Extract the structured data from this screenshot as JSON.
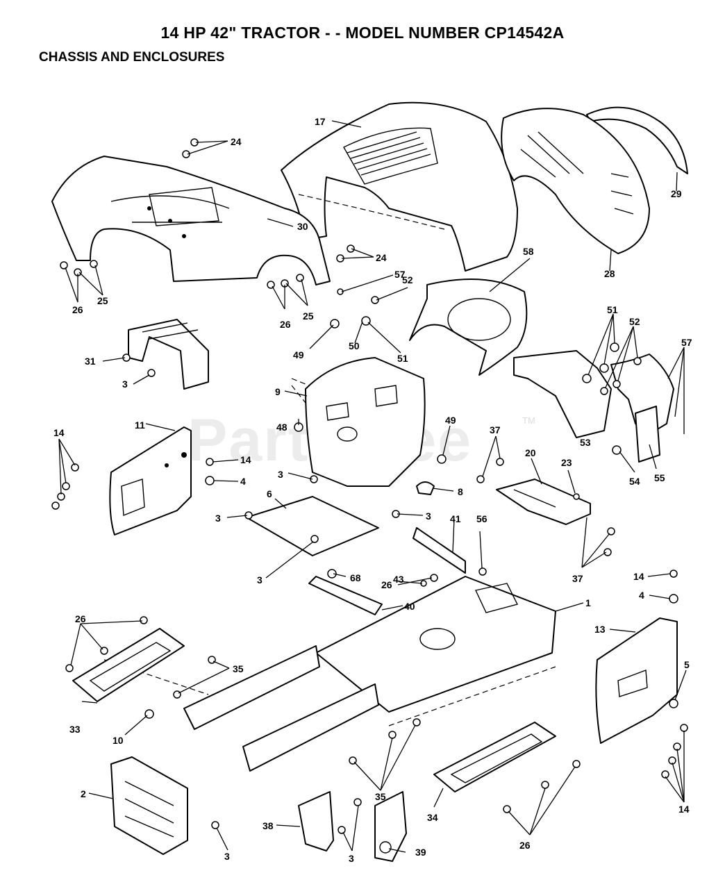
{
  "header": {
    "title": "14 HP 42\" TRACTOR - - MODEL NUMBER CP14542A",
    "subtitle": "CHASSIS AND ENCLOSURES"
  },
  "watermark": {
    "text": "PartsTree",
    "tm": "TM"
  },
  "callouts": [
    {
      "id": "c17",
      "label": "17"
    },
    {
      "id": "c24a",
      "label": "24"
    },
    {
      "id": "c24b",
      "label": "24"
    },
    {
      "id": "c29",
      "label": "29"
    },
    {
      "id": "c30",
      "label": "30"
    },
    {
      "id": "c28",
      "label": "28"
    },
    {
      "id": "c58",
      "label": "58"
    },
    {
      "id": "c57a",
      "label": "57"
    },
    {
      "id": "c52a",
      "label": "52"
    },
    {
      "id": "c26a",
      "label": "26"
    },
    {
      "id": "c25a",
      "label": "25"
    },
    {
      "id": "c26b",
      "label": "26"
    },
    {
      "id": "c25b",
      "label": "25"
    },
    {
      "id": "c49a",
      "label": "49"
    },
    {
      "id": "c50",
      "label": "50"
    },
    {
      "id": "c51a",
      "label": "51"
    },
    {
      "id": "c51b",
      "label": "51"
    },
    {
      "id": "c52b",
      "label": "52"
    },
    {
      "id": "c57b",
      "label": "57"
    },
    {
      "id": "c31",
      "label": "31"
    },
    {
      "id": "c3a",
      "label": "3"
    },
    {
      "id": "c9",
      "label": "9"
    },
    {
      "id": "c53",
      "label": "53"
    },
    {
      "id": "c11",
      "label": "11"
    },
    {
      "id": "c48",
      "label": "48"
    },
    {
      "id": "c49b",
      "label": "49"
    },
    {
      "id": "c14a",
      "label": "14"
    },
    {
      "id": "c14b",
      "label": "14"
    },
    {
      "id": "c4a",
      "label": "4"
    },
    {
      "id": "c37a",
      "label": "37"
    },
    {
      "id": "c20",
      "label": "20"
    },
    {
      "id": "c23",
      "label": "23"
    },
    {
      "id": "c54",
      "label": "54"
    },
    {
      "id": "c55",
      "label": "55"
    },
    {
      "id": "c3b",
      "label": "3"
    },
    {
      "id": "c6",
      "label": "6"
    },
    {
      "id": "c8",
      "label": "8"
    },
    {
      "id": "c3c",
      "label": "3"
    },
    {
      "id": "c3d",
      "label": "3"
    },
    {
      "id": "c56",
      "label": "56"
    },
    {
      "id": "c41",
      "label": "41"
    },
    {
      "id": "c3e",
      "label": "3"
    },
    {
      "id": "c37b",
      "label": "37"
    },
    {
      "id": "c68",
      "label": "68"
    },
    {
      "id": "c43",
      "label": "43"
    },
    {
      "id": "c26c",
      "label": "26"
    },
    {
      "id": "c14c",
      "label": "14"
    },
    {
      "id": "c4b",
      "label": "4"
    },
    {
      "id": "c40",
      "label": "40"
    },
    {
      "id": "c1",
      "label": "1"
    },
    {
      "id": "c13",
      "label": "13"
    },
    {
      "id": "c26d",
      "label": "26"
    },
    {
      "id": "c35a",
      "label": "35"
    },
    {
      "id": "c5",
      "label": "5"
    },
    {
      "id": "c33",
      "label": "33"
    },
    {
      "id": "c10",
      "label": "10"
    },
    {
      "id": "c2",
      "label": "2"
    },
    {
      "id": "c35b",
      "label": "35"
    },
    {
      "id": "c14d",
      "label": "14"
    },
    {
      "id": "c38",
      "label": "38"
    },
    {
      "id": "c34",
      "label": "34"
    },
    {
      "id": "c39",
      "label": "39"
    },
    {
      "id": "c3f",
      "label": "3"
    },
    {
      "id": "c3g",
      "label": "3"
    },
    {
      "id": "c26e",
      "label": "26"
    }
  ]
}
